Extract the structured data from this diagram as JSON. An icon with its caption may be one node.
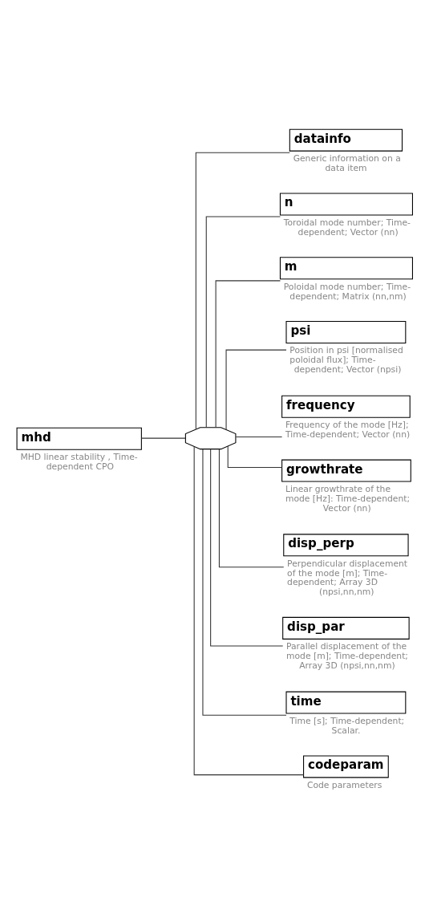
{
  "diagram": {
    "nodes": [
      {
        "text": [
          "mhd"
        ],
        "beside": [
          "MHD linear stability , Time-dependent CPO"
        ]
      },
      {
        "text": [],
        "shape": "octagon"
      },
      {
        "text": [
          "datainfo"
        ],
        "beside": [
          "Generic information on a data item"
        ]
      },
      {
        "text": [
          "n"
        ],
        "beside": [
          "Toroidal mode number; Time-dependent; Vector (nn)"
        ]
      },
      {
        "text": [
          "m"
        ],
        "beside": [
          "Poloidal mode number; Time-dependent; Matrix (nn,nm)"
        ]
      },
      {
        "text": [
          "psi"
        ],
        "beside": [
          "Position in psi [normalised poloidal flux]; Time-dependent; Vector (npsi)"
        ]
      },
      {
        "text": [
          "frequency"
        ],
        "beside": [
          "Frequency of the mode [Hz]; Time-dependent; Vector (nn)"
        ]
      },
      {
        "text": [
          "growthrate"
        ],
        "beside": [
          "Linear growthrate of the mode [Hz]: Time-dependent; Vector (nn)"
        ]
      },
      {
        "text": [
          "disp_perp"
        ],
        "beside": [
          "Perpendicular displacement of the mode [m]; Time-dependent; Array 3D (npsi,nn,nm)"
        ]
      },
      {
        "text": [
          "disp_par"
        ],
        "beside": [
          "Parallel displacement of the mode [m]; Time-dependent; Array 3D (npsi,nn,nm)"
        ]
      },
      {
        "text": [
          "time"
        ],
        "beside": [
          "Time [s]; Time-dependent; Scalar."
        ]
      },
      {
        "text": [
          "codeparam"
        ],
        "beside": [
          "Code parameters"
        ]
      }
    ],
    "edges": [
      {
        "from": 0,
        "to": 1,
        "arrow": "none"
      },
      {
        "from": 1,
        "to": 2,
        "arrow": "none"
      },
      {
        "from": 1,
        "to": 3,
        "arrow": "none"
      },
      {
        "from": 1,
        "to": 4,
        "arrow": "none"
      },
      {
        "from": 1,
        "to": 5,
        "arrow": "none"
      },
      {
        "from": 1,
        "to": 6,
        "arrow": "none"
      },
      {
        "from": 1,
        "to": 7,
        "arrow": "none"
      },
      {
        "from": 1,
        "to": 8,
        "arrow": "none"
      },
      {
        "from": 1,
        "to": 9,
        "arrow": "none"
      },
      {
        "from": 1,
        "to": 10,
        "arrow": "none"
      },
      {
        "from": 1,
        "to": 11,
        "arrow": "none"
      }
    ]
  }
}
